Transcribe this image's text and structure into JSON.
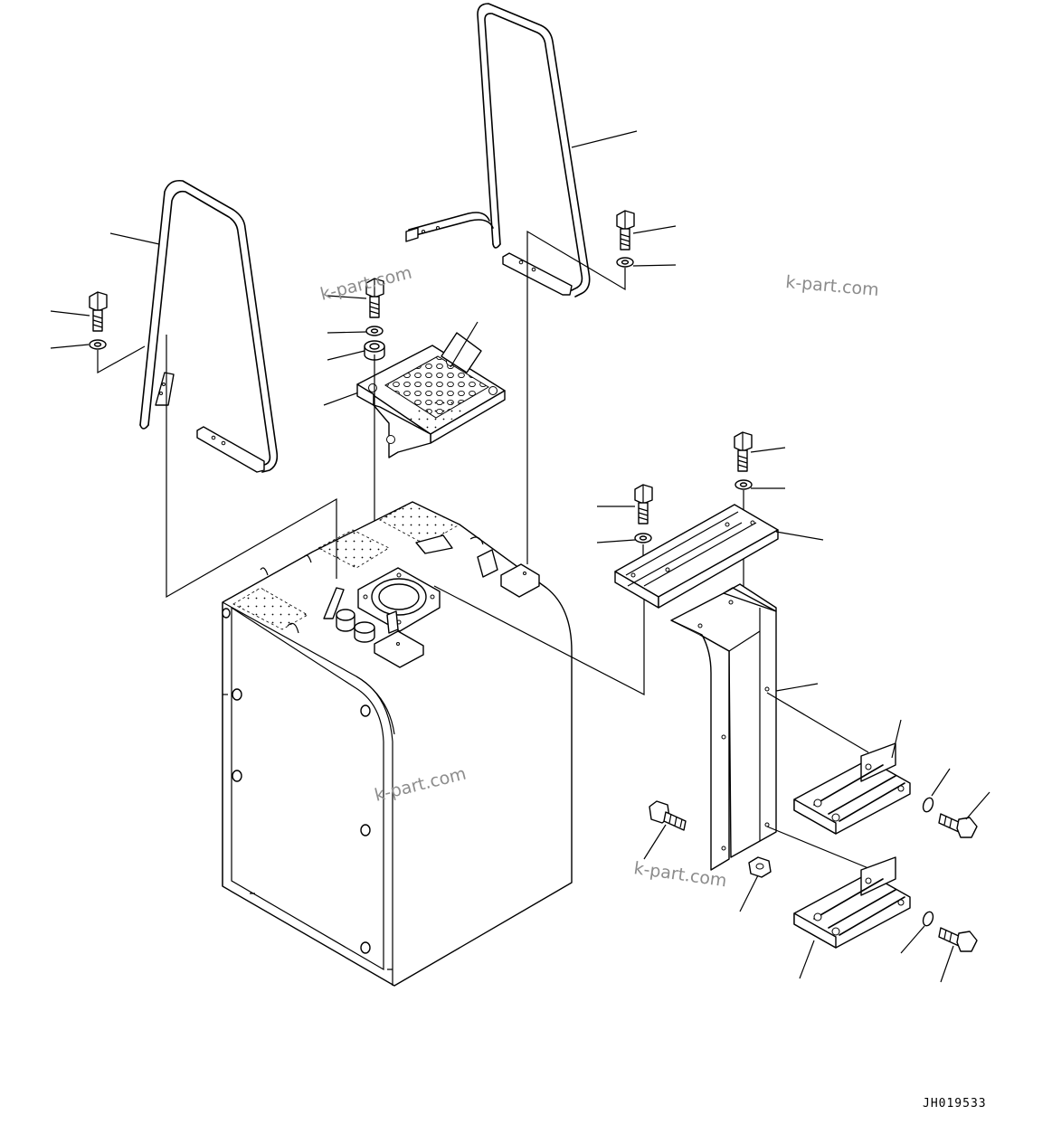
{
  "diagram": {
    "watermarks": [
      "k-part.com",
      "k-part.com",
      "k-part.com",
      "k-part.com"
    ],
    "drawing_code": "JH019533"
  }
}
